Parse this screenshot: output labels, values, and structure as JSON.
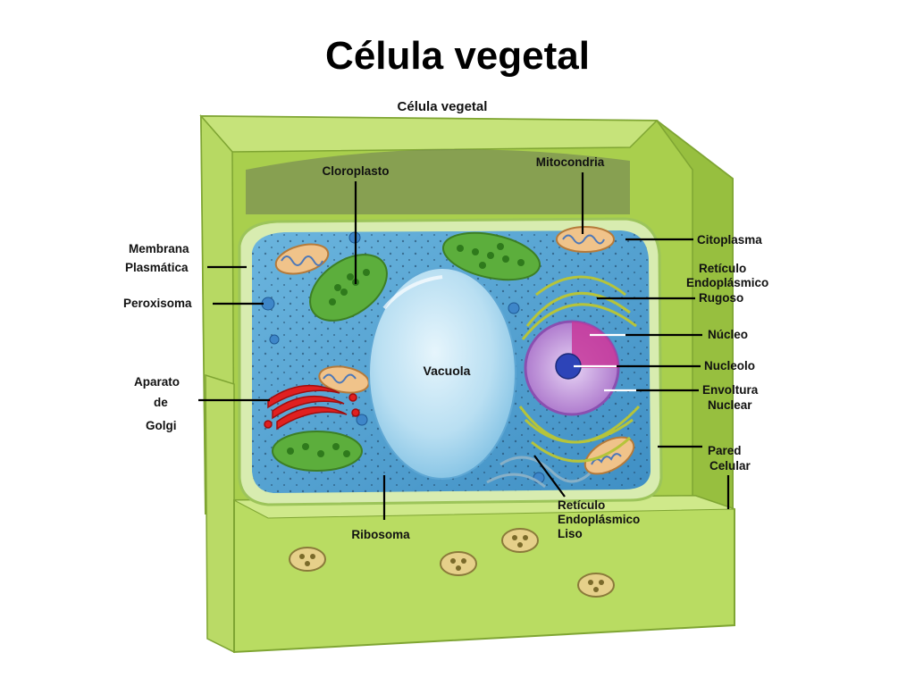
{
  "slide": {
    "title": "Célula vegetal"
  },
  "diagram": {
    "title": "Célula vegetal",
    "labels": {
      "cloroplasto": "Cloroplasto",
      "mitocondria": "Mitocondria",
      "citoplasma": "Citoplasma",
      "membrana_1": "Membrana",
      "membrana_2": "Plasmática",
      "reticulo_rugoso_1": "Retículo",
      "reticulo_rugoso_2": "Endoplásmico",
      "reticulo_rugoso_3": "Rugoso",
      "peroxisoma": "Peroxisoma",
      "nucleo": "Núcleo",
      "vacuola": "Vacuola",
      "nucleolo": "Nucleolo",
      "golgi_1": "Aparato",
      "golgi_2": "de",
      "golgi_3": "Golgi",
      "envoltura_1": "Envoltura",
      "envoltura_2": "Nuclear",
      "pared_1": "Pared",
      "pared_2": "Celular",
      "ribosoma": "Ribosoma",
      "reticulo_liso_1": "Retículo",
      "reticulo_liso_2": "Endoplásmico",
      "reticulo_liso_3": "Liso"
    },
    "colors": {
      "cell_wall": "#b5d95a",
      "cell_wall_dark": "#8fb83a",
      "cytoplasm": "#5aa9d6",
      "vacuole": "#b9dff2",
      "chloroplast": "#5cae3c",
      "golgi": "#e02020",
      "nucleus": "#b07bd0"
    }
  }
}
